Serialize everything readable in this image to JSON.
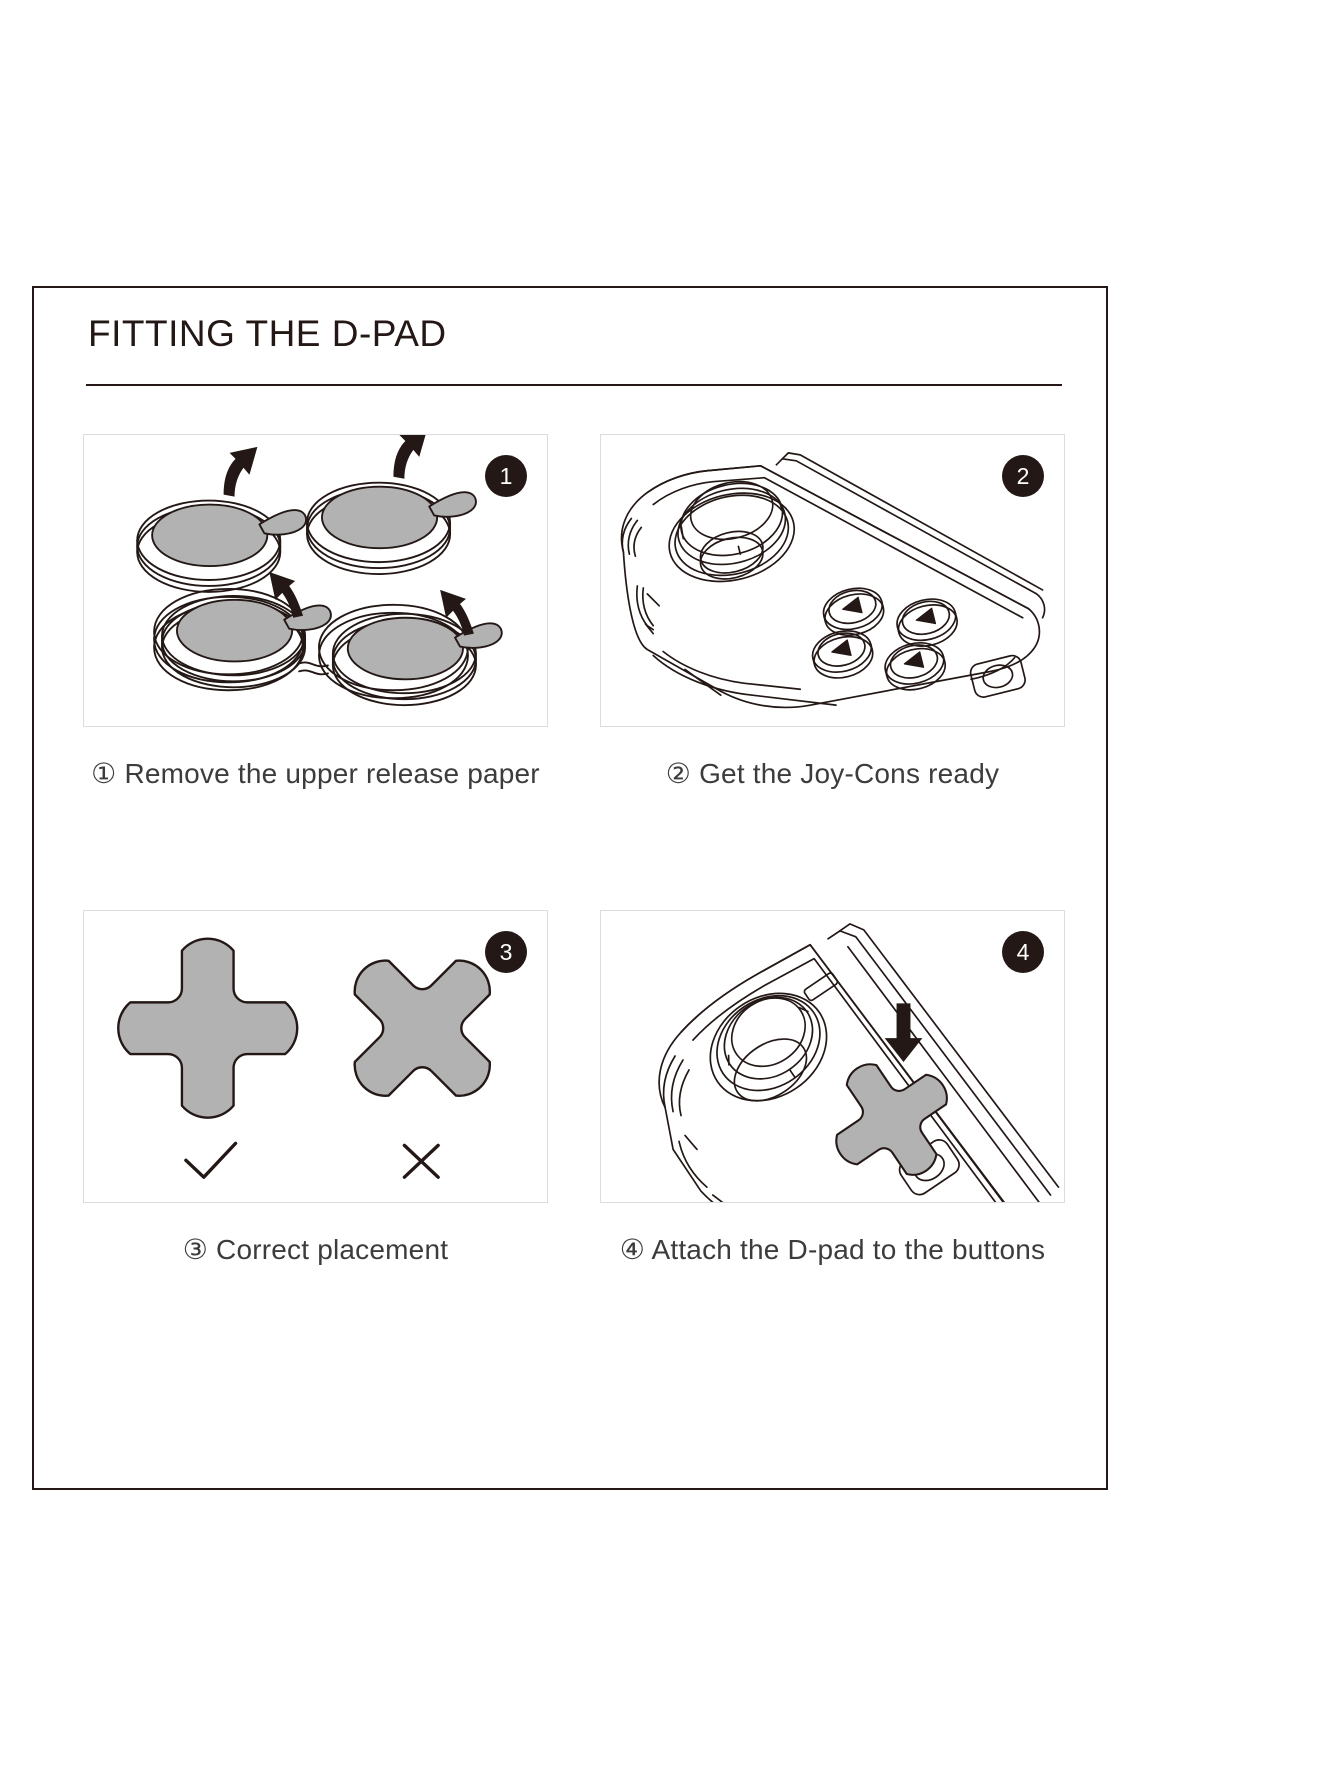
{
  "page": {
    "title": "FITTING THE D-PAD",
    "background_color": "#ffffff",
    "border_color": "#231815",
    "text_color": "#231815"
  },
  "colors": {
    "line_art": "#231815",
    "pad_gray": "#b2b2b2",
    "panel_border": "#dcdcdc",
    "badge_background": "#231815",
    "badge_text": "#ffffff",
    "caption_text": "#3c3c3c"
  },
  "steps": [
    {
      "number": "1",
      "badge": "1",
      "caption": "① Remove the upper release paper",
      "figure_name": "adhesive-pads-release-paper-figure",
      "figure_description": "Four round adhesive pads shown in isometric view with gray release-paper discs and pull tabs, curved arrows indicating peeling upward"
    },
    {
      "number": "2",
      "badge": "2",
      "caption": "② Get the Joy-Cons ready",
      "figure_name": "joycon-ready-figure",
      "figure_description": "Left Joy-Con controller line drawing showing the analog stick, four directional buttons with triangle arrows, and the capture button"
    },
    {
      "number": "3",
      "badge": "3",
      "caption": "③ Correct placement",
      "figure_name": "dpad-orientation-figure",
      "figure_description": "Plus-shaped D-pad marked with a check mark and the same D-pad rotated 45 degrees marked with a cross",
      "marks": {
        "correct": "✓",
        "incorrect": "✕"
      }
    },
    {
      "number": "4",
      "badge": "4",
      "caption": "④ Attach the D-pad to the buttons",
      "figure_name": "attach-dpad-figure",
      "figure_description": "Joy-Con with a downward arrow showing the gray D-pad being pressed onto the four directional buttons"
    }
  ]
}
